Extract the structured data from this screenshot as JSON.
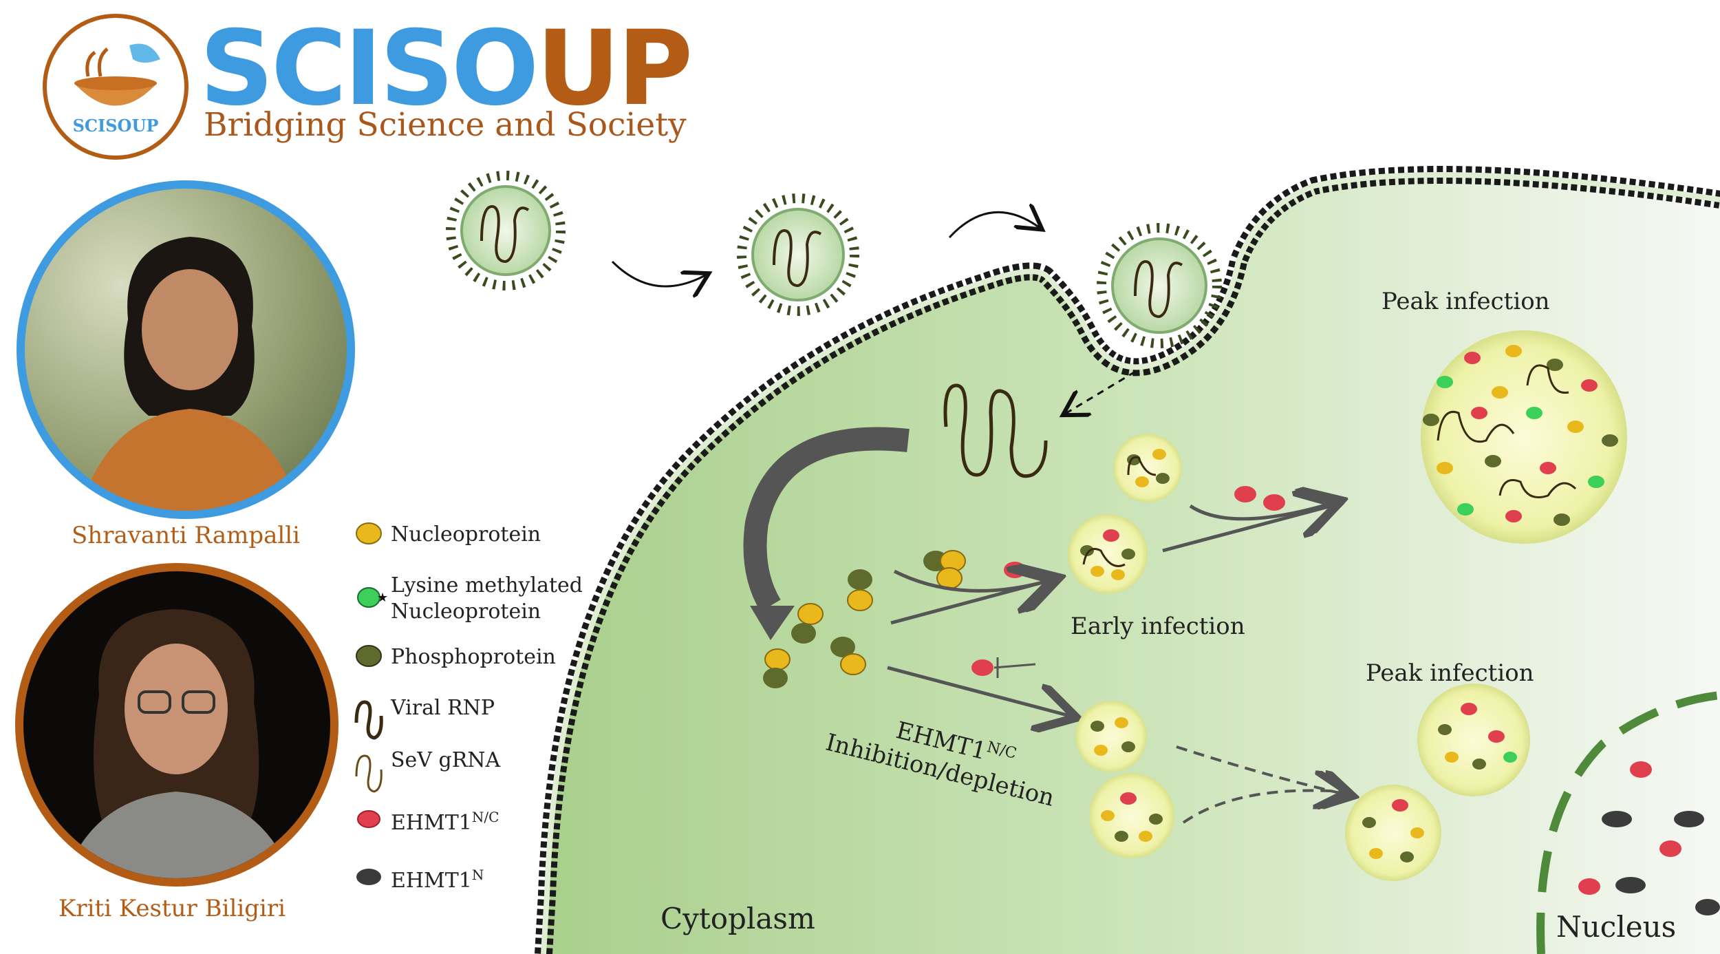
{
  "brand": {
    "name_part1": "SCISO",
    "name_part2": "UP",
    "badge": "SCISOUP",
    "tagline": "Bridging Science and Society"
  },
  "people": [
    {
      "name": "Shravanti Rampalli",
      "ring_color": "#3f9be0"
    },
    {
      "name": "Kriti Kestur Biligiri",
      "ring_color": "#b35c15"
    }
  ],
  "legend": [
    {
      "label": "Nucleoprotein",
      "icon": "yellow-sphere-icon"
    },
    {
      "label": "Lysine methylated\nNucleoprotein",
      "icon": "green-methylated-sphere-icon"
    },
    {
      "label": "Phosphoprotein",
      "icon": "olive-sphere-icon"
    },
    {
      "label": "Viral RNP",
      "icon": "viral-rnp-icon"
    },
    {
      "label": "SeV gRNA",
      "icon": "sev-grna-icon"
    },
    {
      "label": "EHMT1",
      "sup": "N/C",
      "icon": "red-sphere-icon"
    },
    {
      "label": "EHMT1",
      "sup": "N",
      "icon": "dark-grey-sphere-icon"
    }
  ],
  "diagram": {
    "peak_top": "Peak infection",
    "early": "Early infection",
    "peak_bottom": "Peak infection",
    "inhib_line1": "EHMT1",
    "inhib_sup": "N/C",
    "inhib_line2": "Inhibition/depletion",
    "cytoplasm": "Cytoplasm",
    "nucleus": "Nucleus"
  },
  "colors": {
    "cell_green": "#a9cf8c",
    "membrane": "#1a1a1a",
    "nucleoprotein": "#e9b81c",
    "phosphoprotein": "#5e6b2c",
    "ehmt1_nc": "#e0404e",
    "ehmt1_n": "#3b3b3b",
    "methylated": "#3ccf5a"
  }
}
